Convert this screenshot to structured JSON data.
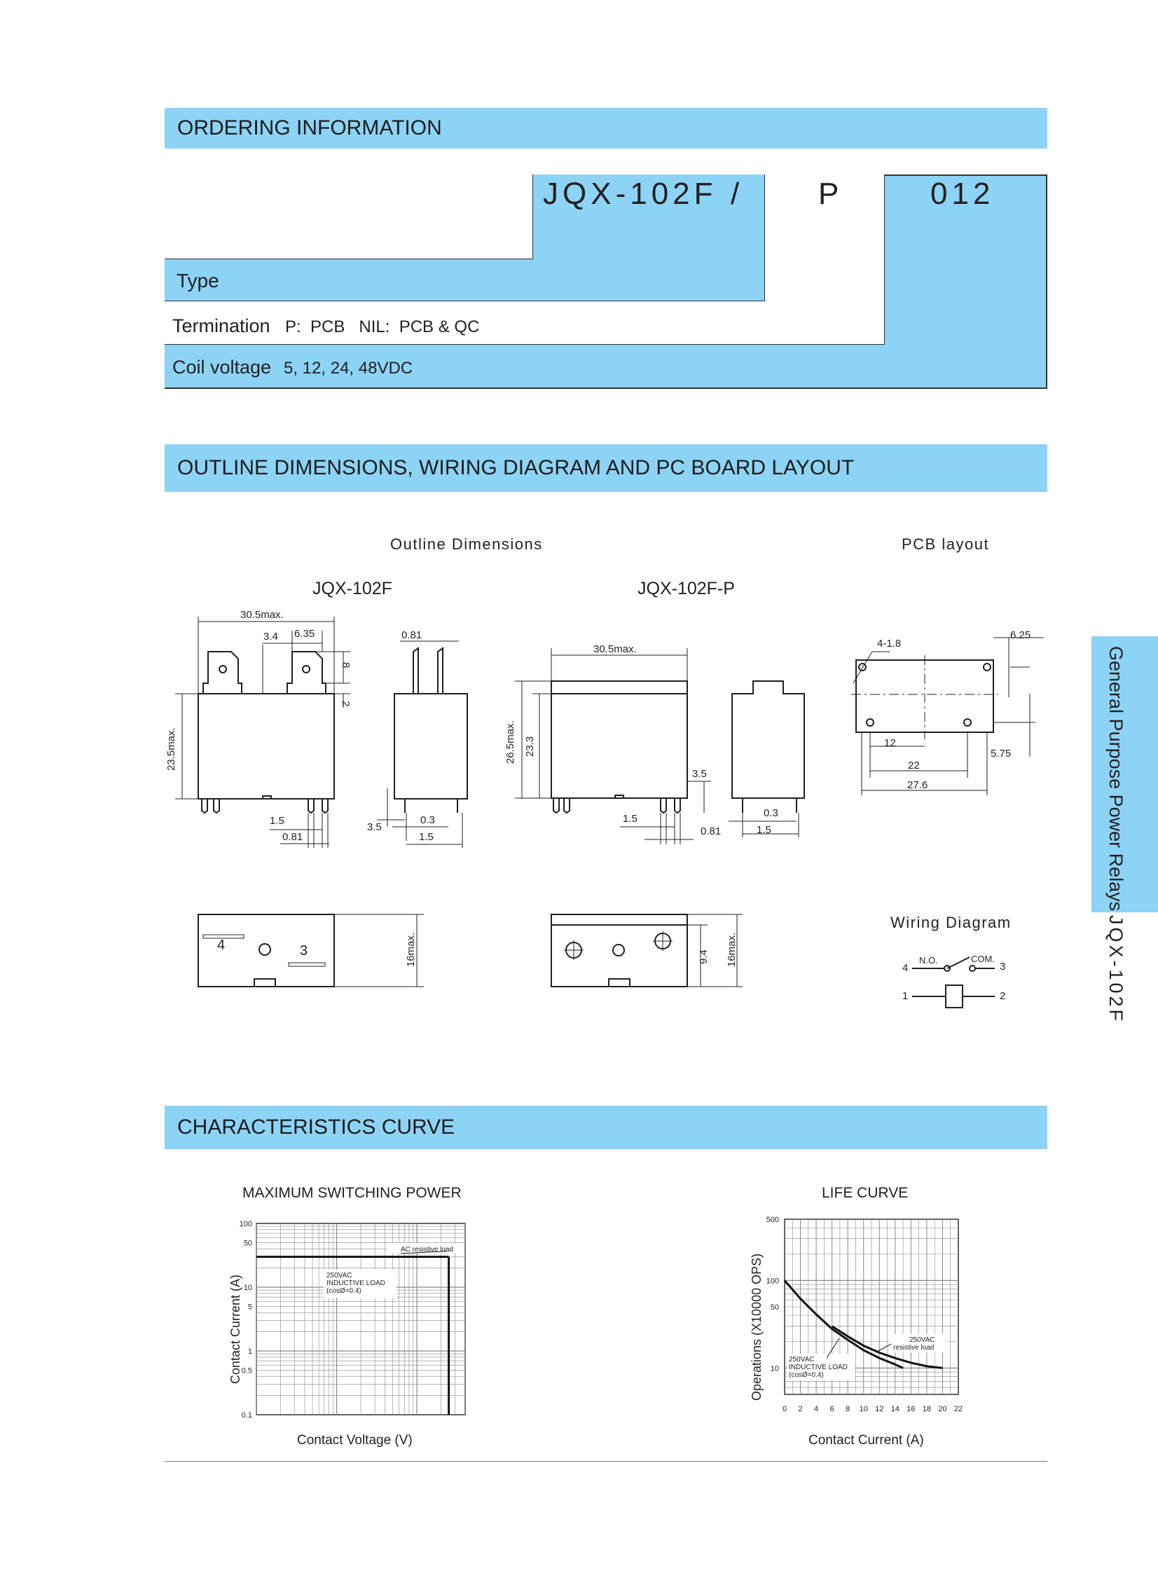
{
  "sections": {
    "ordering": "ORDERING INFORMATION",
    "outline": "OUTLINE DIMENSIONS, WIRING DIAGRAM AND PC BOARD LAYOUT",
    "curve": "CHARACTERISTICS  CURVE"
  },
  "ordering": {
    "model": "JQX-102F",
    "slash": "/",
    "termination_code": "P",
    "voltage_code": "012",
    "type_label": "Type",
    "termination_label": "Termination",
    "termination_options": "P:  PCB   NIL:  PCB & QC",
    "coil_label": "Coil voltage",
    "coil_options": "5, 12, 24, 48VDC"
  },
  "outline": {
    "outline_title": "Outline Dimensions",
    "pcb_title": "PCB layout",
    "model_a": "JQX-102F",
    "model_b": "JQX-102F-P",
    "wiring_title": "Wiring Diagram",
    "dims_a": {
      "width": "30.5max.",
      "d34": "3.4",
      "d635": "6.35",
      "d8": "8",
      "d2": "2",
      "height": "23.5max.",
      "d15": "1.5",
      "d081": "0.81",
      "side_081": "0.81",
      "side_35": "3.5",
      "side_03": "0.3",
      "side_15": "1.5",
      "bottom_16": "16max.",
      "pin4": "4",
      "pin3": "3"
    },
    "dims_b": {
      "width": "30.5max.",
      "height": "26.5max.",
      "d233": "23.3",
      "d35": "3.5",
      "d15": "1.5",
      "d081": "0.81",
      "side_03": "0.3",
      "side_15": "1.5",
      "d94": "9.4",
      "bottom_16": "16max."
    },
    "pcb": {
      "holes": "4-1.8",
      "d625": "6.25",
      "d12": "12",
      "d22": "22",
      "d276": "27.6",
      "d575": "5.75"
    },
    "wiring": {
      "no": "N.O.",
      "com": "COM.",
      "p4": "4",
      "p3": "3",
      "p1": "1",
      "p2": "2"
    }
  },
  "side": {
    "category": "General Purpose Power Relays",
    "model": "JQX-102F"
  },
  "chart_data": [
    {
      "type": "line",
      "title": "MAXIMUM SWITCHING POWER",
      "xlabel": "Contact Voltage (V)",
      "ylabel": "Contact Current (A)",
      "yscale": "log",
      "ylim": [
        0.1,
        100
      ],
      "yticks": [
        "100",
        "50",
        "10",
        "5",
        "1",
        "0.5",
        "0.1"
      ],
      "annotations": [
        "AC resistive load",
        "250VAC",
        "INDUCTIVE LOAD",
        "(cosØ=0.4)"
      ],
      "series": [
        {
          "x": [
            0,
            250
          ],
          "y": [
            30,
            30
          ]
        },
        {
          "x": [
            250,
            250
          ],
          "y": [
            30,
            0.1
          ]
        }
      ]
    },
    {
      "type": "line",
      "title": "LIFE CURVE",
      "xlabel": "Contact Current (A)",
      "ylabel": "Operations (X10000 OPS)",
      "yscale": "log",
      "xlim": [
        0,
        22
      ],
      "ylim": [
        5,
        500
      ],
      "xticks": [
        "0",
        "2",
        "4",
        "6",
        "8",
        "10",
        "12",
        "14",
        "16",
        "18",
        "20",
        "22"
      ],
      "yticks": [
        "500",
        "100",
        "50",
        "10"
      ],
      "annotations": [
        "250VAC",
        "resistive load",
        "250VAC",
        "INDUCTIVE LOAD",
        "(cosØ=0.4)"
      ],
      "series": [
        {
          "x": [
            0,
            2,
            4,
            6,
            8,
            10,
            12,
            14,
            15
          ],
          "y": [
            100,
            62,
            41,
            28,
            21,
            16,
            13,
            11,
            10
          ]
        },
        {
          "x": [
            6,
            8,
            10,
            12,
            14,
            16,
            18,
            20
          ],
          "y": [
            30,
            23,
            18,
            15,
            13,
            11.5,
            10.5,
            10
          ]
        }
      ]
    }
  ]
}
